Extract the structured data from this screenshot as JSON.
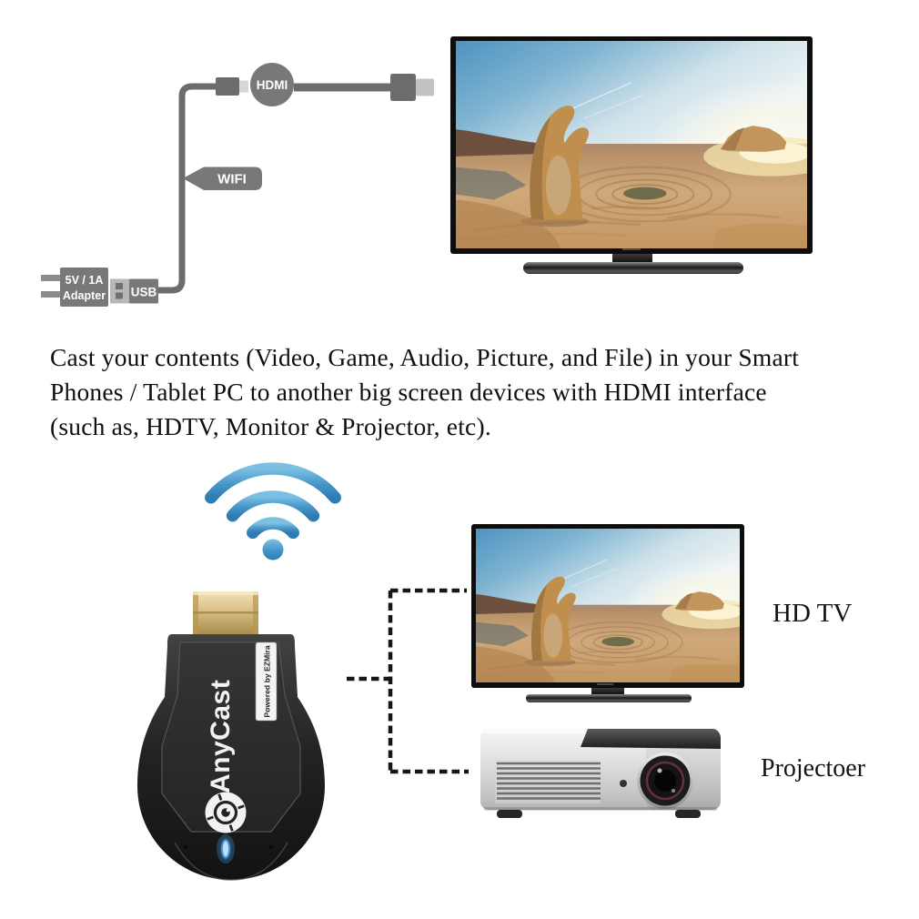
{
  "connection_diagram": {
    "adapter_label": [
      "5V / 1A",
      "Adapter"
    ],
    "usb_label": "USB",
    "wifi_label": "WIFI",
    "hdmi_label": "HDMI"
  },
  "description_lines": [
    "Cast your contents (Video, Game, Audio, Picture, and File) in your Smart",
    "Phones / Tablet PC to another big screen devices with HDMI interface",
    "(such as, HDTV, Monitor & Projector, etc)."
  ],
  "dongle": {
    "brand": "AnyCast",
    "powered_by": "Powered by EZMira"
  },
  "output_labels": {
    "hd_tv": "HD TV",
    "projector": "Projectoer"
  },
  "icons": {
    "wifi_icon": "wifi-signal",
    "dongle_logo": "cast-target",
    "usb_plug": "usb-plug",
    "hdmi_plug": "hdmi-plug"
  },
  "colors": {
    "diagram_gray": "#787878",
    "cable_gray": "#6c6c6c",
    "wifi_blue": "#3f8fc4",
    "led_blue": "#45a1e6",
    "hdmi_gold": "#d7bc82",
    "dash_line": "#161616",
    "background": "#ffffff"
  }
}
